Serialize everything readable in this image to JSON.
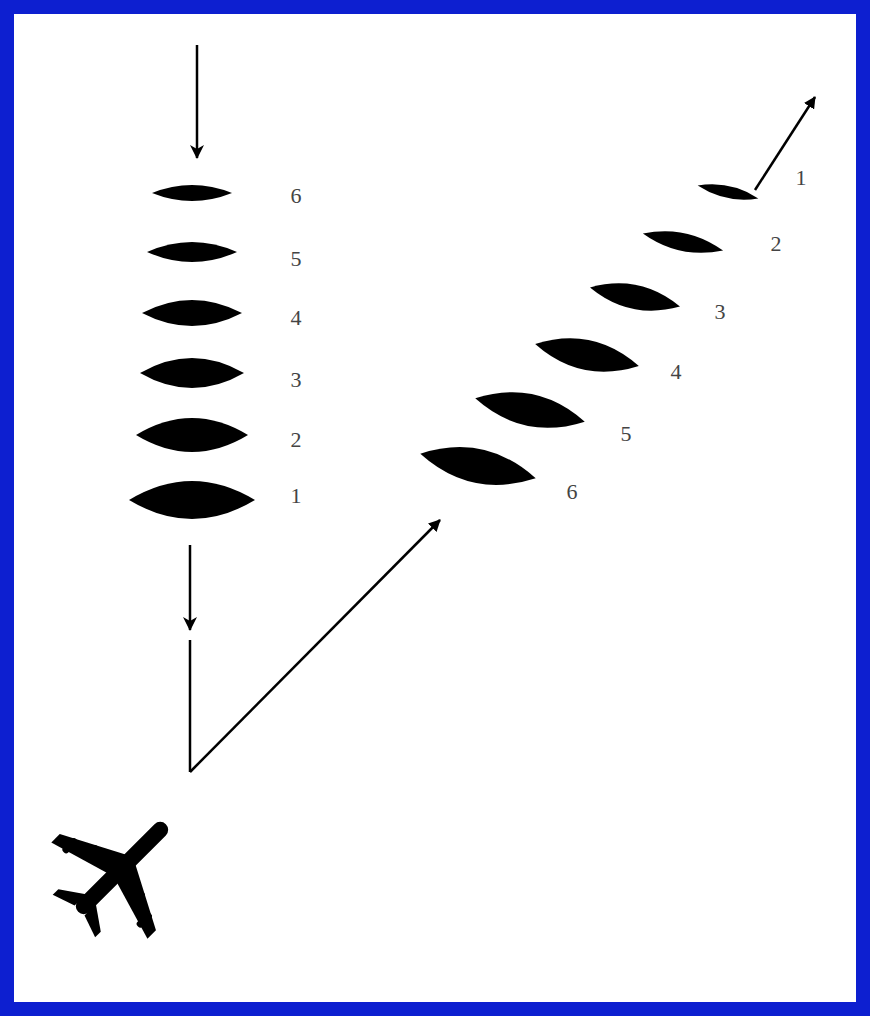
{
  "diagram": {
    "labels": [
      "6",
      "5",
      "4",
      "3",
      "2",
      "1",
      "1",
      "2",
      "3",
      "4",
      "5",
      "6"
    ]
  }
}
